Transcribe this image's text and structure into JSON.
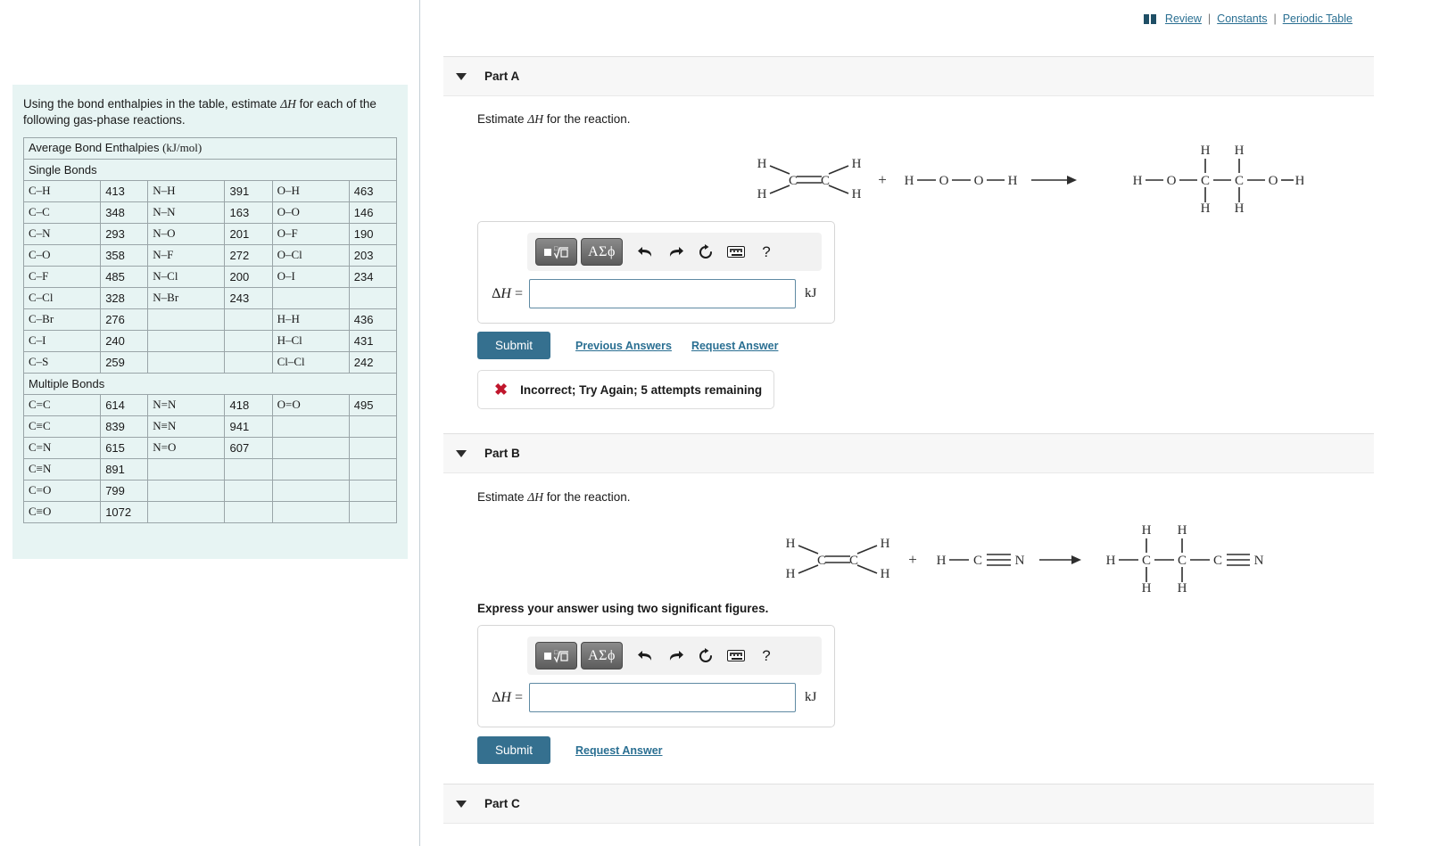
{
  "header": {
    "book_icon": "book-icon",
    "links": [
      {
        "label": "Review"
      },
      {
        "label": "Constants"
      },
      {
        "label": "Periodic Table"
      }
    ],
    "separator": "|"
  },
  "left": {
    "prompt_pre": "Using the bond enthalpies in the table, estimate ",
    "prompt_sym": "ΔH",
    "prompt_post": " for each of the following gas-phase reactions.",
    "table": {
      "title_text": "Average Bond Enthalpies ",
      "title_units": "(kJ/mol)",
      "sections": [
        {
          "name": "Single Bonds",
          "rows": [
            {
              "b1": "C–H",
              "v1": "413",
              "b2": "N–H",
              "v2": "391",
              "b3": "O–H",
              "v3": "463"
            },
            {
              "b1": "C–C",
              "v1": "348",
              "b2": "N–N",
              "v2": "163",
              "b3": "O–O",
              "v3": "146"
            },
            {
              "b1": "C–N",
              "v1": "293",
              "b2": "N–O",
              "v2": "201",
              "b3": "O–F",
              "v3": "190"
            },
            {
              "b1": "C–O",
              "v1": "358",
              "b2": "N–F",
              "v2": "272",
              "b3": "O–Cl",
              "v3": "203"
            },
            {
              "b1": "C–F",
              "v1": "485",
              "b2": "N–Cl",
              "v2": "200",
              "b3": "O–I",
              "v3": "234"
            },
            {
              "b1": "C–Cl",
              "v1": "328",
              "b2": "N–Br",
              "v2": "243",
              "b3": "",
              "v3": ""
            },
            {
              "b1": "C–Br",
              "v1": "276",
              "b2": "",
              "v2": "",
              "b3": "H–H",
              "v3": "436"
            },
            {
              "b1": "C–I",
              "v1": "240",
              "b2": "",
              "v2": "",
              "b3": "H–Cl",
              "v3": "431"
            },
            {
              "b1": "C–S",
              "v1": "259",
              "b2": "",
              "v2": "",
              "b3": "Cl–Cl",
              "v3": "242"
            }
          ]
        },
        {
          "name": "Multiple Bonds",
          "rows": [
            {
              "b1": "C=C",
              "v1": "614",
              "b2": "N=N",
              "v2": "418",
              "b3": "O=O",
              "v3": "495"
            },
            {
              "b1": "C≡C",
              "v1": "839",
              "b2": "N≡N",
              "v2": "941",
              "b3": "",
              "v3": ""
            },
            {
              "b1": "C=N",
              "v1": "615",
              "b2": "N=O",
              "v2": "607",
              "b3": "",
              "v3": ""
            },
            {
              "b1": "C≡N",
              "v1": "891",
              "b2": "",
              "v2": "",
              "b3": "",
              "v3": ""
            },
            {
              "b1": "C=O",
              "v1": "799",
              "b2": "",
              "v2": "",
              "b3": "",
              "v3": ""
            },
            {
              "b1": "C≡O",
              "v1": "1072",
              "b2": "",
              "v2": "",
              "b3": "",
              "v3": ""
            }
          ]
        }
      ]
    }
  },
  "parts": {
    "a": {
      "label": "Part A",
      "instruction_pre": "Estimate ",
      "instruction_sym": "ΔH",
      "instruction_post": " for the reaction.",
      "reaction": {
        "reactant1": "CH2=CH2 (ethylene)",
        "plus": "+",
        "reactant2": "H–O–O–H (hydrogen peroxide)",
        "arrow": "→",
        "product": "H–O–CH2–CH2–O–H (ethylene glycol)",
        "atoms": {
          "H": "H",
          "C": "C",
          "O": "O"
        }
      },
      "answer": {
        "dh_label": "ΔH =",
        "value": "",
        "unit": "kJ",
        "toolbar": {
          "template_label": "√",
          "greek_label": "ΑΣϕ",
          "undo": "↶",
          "redo": "↷",
          "reset": "⟳",
          "keyboard": "keyboard-icon",
          "help": "?"
        }
      },
      "submit_label": "Submit",
      "previous_answers_label": "Previous Answers",
      "request_answer_label": "Request Answer",
      "feedback": {
        "icon": "x-mark-icon",
        "text": "Incorrect; Try Again; 5 attempts remaining"
      }
    },
    "b": {
      "label": "Part B",
      "instruction_pre": "Estimate ",
      "instruction_sym": "ΔH",
      "instruction_post": " for the reaction.",
      "express_note": "Express your answer using two significant figures.",
      "reaction": {
        "reactant1": "CH2=CH2 (ethylene)",
        "plus": "+",
        "reactant2": "H–C≡N (hydrogen cyanide)",
        "arrow": "→",
        "product": "H–CH2–CH2–C≡N (propionitrile)",
        "atoms": {
          "H": "H",
          "C": "C",
          "N": "N"
        }
      },
      "answer": {
        "dh_label": "ΔH =",
        "value": "",
        "unit": "kJ",
        "toolbar": {
          "template_label": "√",
          "greek_label": "ΑΣϕ",
          "undo": "↶",
          "redo": "↷",
          "reset": "⟳",
          "keyboard": "keyboard-icon",
          "help": "?"
        }
      },
      "submit_label": "Submit",
      "request_answer_label": "Request Answer"
    },
    "c": {
      "label": "Part C"
    }
  },
  "colors": {
    "accent": "#35708f",
    "link": "#2a6f92",
    "panel_bg": "#e7f4f3",
    "error": "#c0162c",
    "bar_bg": "#f7f7f7"
  }
}
